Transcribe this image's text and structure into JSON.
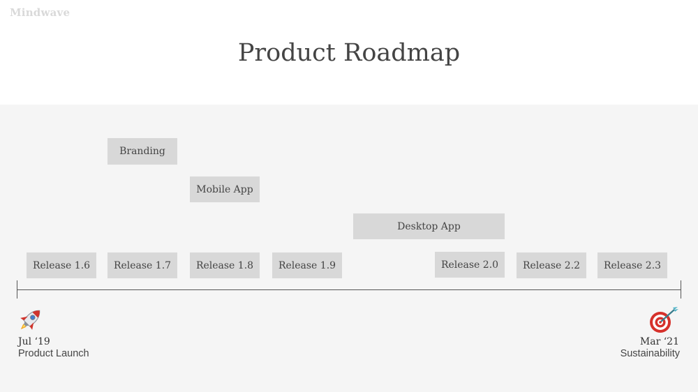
{
  "brand": "Mindwave",
  "title": "Product Roadmap",
  "features": {
    "branding": "Branding",
    "mobile_app": "Mobile App",
    "desktop_app": "Desktop App"
  },
  "releases": {
    "r16": "Release 1.6",
    "r17": "Release 1.7",
    "r18": "Release 1.8",
    "r19": "Release 1.9",
    "r20": "Release 2.0",
    "r22": "Release 2.2",
    "r23": "Release 2.3"
  },
  "timeline": {
    "start": {
      "date": "Jul ‘19",
      "label": "Product Launch",
      "icon": "rocket-icon"
    },
    "end": {
      "date": "Mar ‘21",
      "label": "Sustainability",
      "icon": "target-icon"
    }
  },
  "colors": {
    "box": "#d8d8d8",
    "panel": "#f5f5f5",
    "text": "#444444"
  }
}
